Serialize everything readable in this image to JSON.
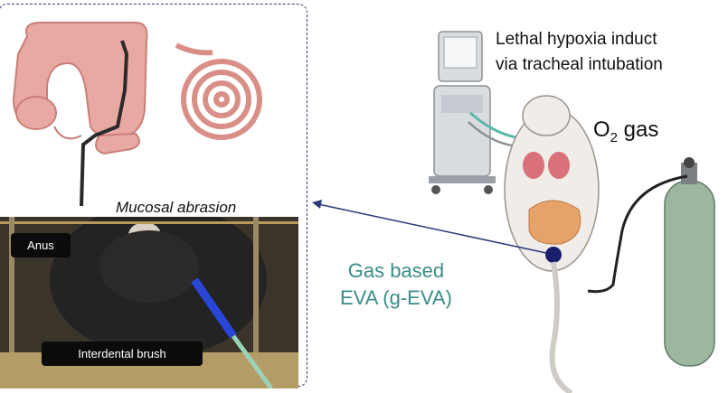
{
  "labels": {
    "mucosal_abrasion": "Mucosal abrasion",
    "anus": "Anus",
    "interdental_brush": "Interdental brush",
    "hypoxia_line1": "Lethal hypoxia induct",
    "hypoxia_line2": "via tracheal intubation",
    "o2_prefix": "O",
    "o2_subscript": "2",
    "o2_suffix": " gas",
    "gas_line1": "Gas based",
    "gas_line2": "EVA (g-EVA)"
  },
  "colors": {
    "colon": "#e9a9a3",
    "colon_outline": "#c97e78",
    "endoscope": "#2a2a2a",
    "arrow": "#2b3a7a",
    "gas_text": "#3a8c88",
    "cylinder": "#9cb7a0",
    "mouse_body": "#f0ece8",
    "ventilator": "#d9dde0"
  },
  "icons": [
    "colon-illustration",
    "spiral-intestine-icon",
    "ventilator-icon",
    "mouse-icon",
    "gas-cylinder-icon",
    "interdental-brush-icon"
  ]
}
